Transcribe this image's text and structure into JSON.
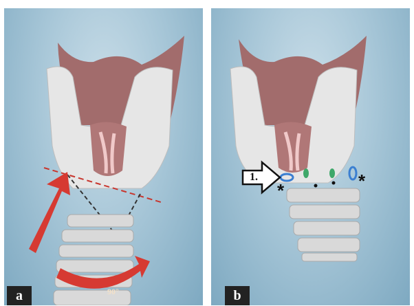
{
  "panels": [
    {
      "id": "a",
      "label": "a",
      "angle_label": "90°"
    },
    {
      "id": "b",
      "label": "b",
      "arrow_label": "1.",
      "asterisk_left": "*",
      "asterisk_right": "*"
    }
  ],
  "colors": {
    "background": "#a8c7d8",
    "cartilage": "#e4e4e4",
    "tissue": "#a26c6c",
    "rotation_arrow": "#d63a32",
    "marker_blue": "#3b7fd1",
    "marker_green": "#3fa86a"
  }
}
